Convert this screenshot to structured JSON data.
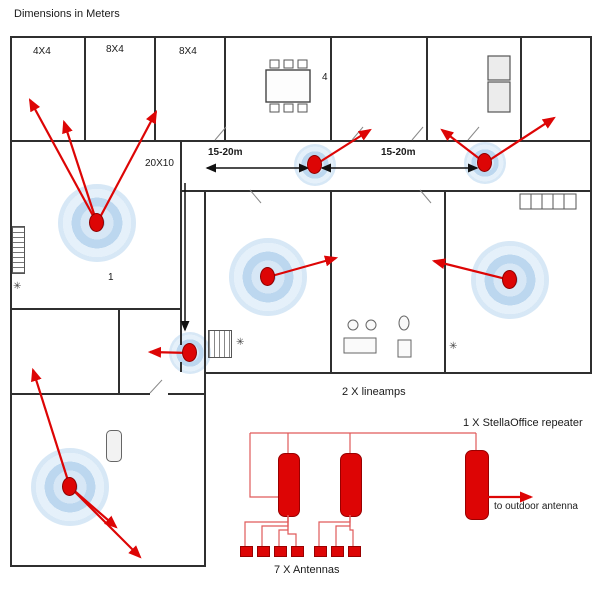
{
  "title": "Dimensions in Meters",
  "room_labels": {
    "room_4x4": "4X4",
    "room_8x4_a": "8X4",
    "room_8x4_b": "8X4",
    "room_4": "4",
    "room_20x10": "20X10",
    "room_1": "1"
  },
  "distance_labels": {
    "span1": "15-20m",
    "span2": "15-20m"
  },
  "equipment_labels": {
    "lineamps": "2 X lineamps",
    "repeater": "1 X StellaOffice repeater",
    "antennas": "7 X Antennas",
    "outdoor": "to outdoor antenna"
  },
  "icons": {
    "vent": "✳"
  },
  "colors": {
    "signal_red": "#dd0505",
    "halo_blue": "#9ec4e4",
    "wall": "#2f2f2f"
  }
}
